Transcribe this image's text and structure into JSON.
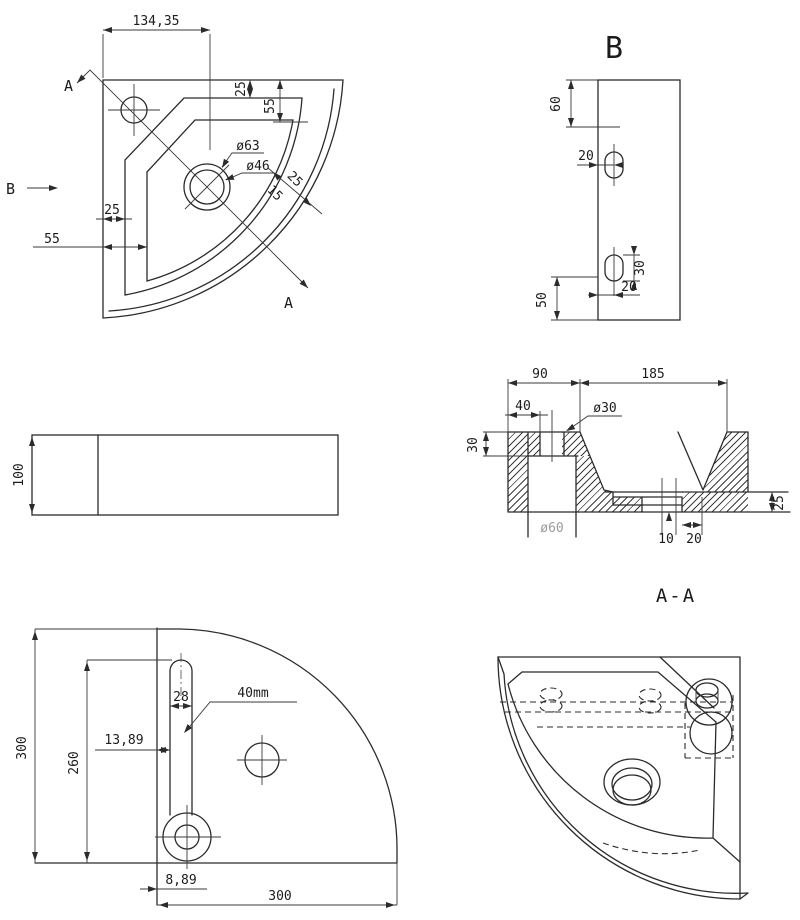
{
  "top_view": {
    "dim_width_top": "134,35",
    "dim_rim_offset_top": "25",
    "dim_rim_depth_top": "55",
    "drain_outer": "ø63",
    "drain_inner": "ø46",
    "dim_band_inner": "15",
    "dim_band_outer": "25",
    "dim_rim_offset_left": "25",
    "dim_rim_depth_left": "55",
    "section_a_top": "A",
    "section_a_bottom": "A",
    "view_b_arrow": "B"
  },
  "side_view_b": {
    "title": "B",
    "dim_top": "60",
    "dim_slot_upper": "20",
    "dim_slot_height": "30",
    "dim_slot_lower": "20",
    "dim_bottom": "50"
  },
  "front_view": {
    "dim_height": "100"
  },
  "section_view": {
    "title": "A-A",
    "dim_left": "90",
    "dim_right": "185",
    "dim_channel": "40",
    "dim_hole": "ø30",
    "dim_rim_depth": "30",
    "dim_recess": "ø60",
    "dim_drain_a": "10",
    "dim_drain_b": "20",
    "dim_slab": "25"
  },
  "bottom_view": {
    "dim_height": "300",
    "dim_slot_span": "260",
    "dim_slot_width": "28",
    "note_slot": "40mm",
    "dim_slot_x": "13,89",
    "dim_edge": "8,89",
    "dim_width": "300"
  },
  "colors": {
    "line": "#2b2b2b",
    "faint": "#9b9b9b",
    "bg": "#ffffff"
  }
}
